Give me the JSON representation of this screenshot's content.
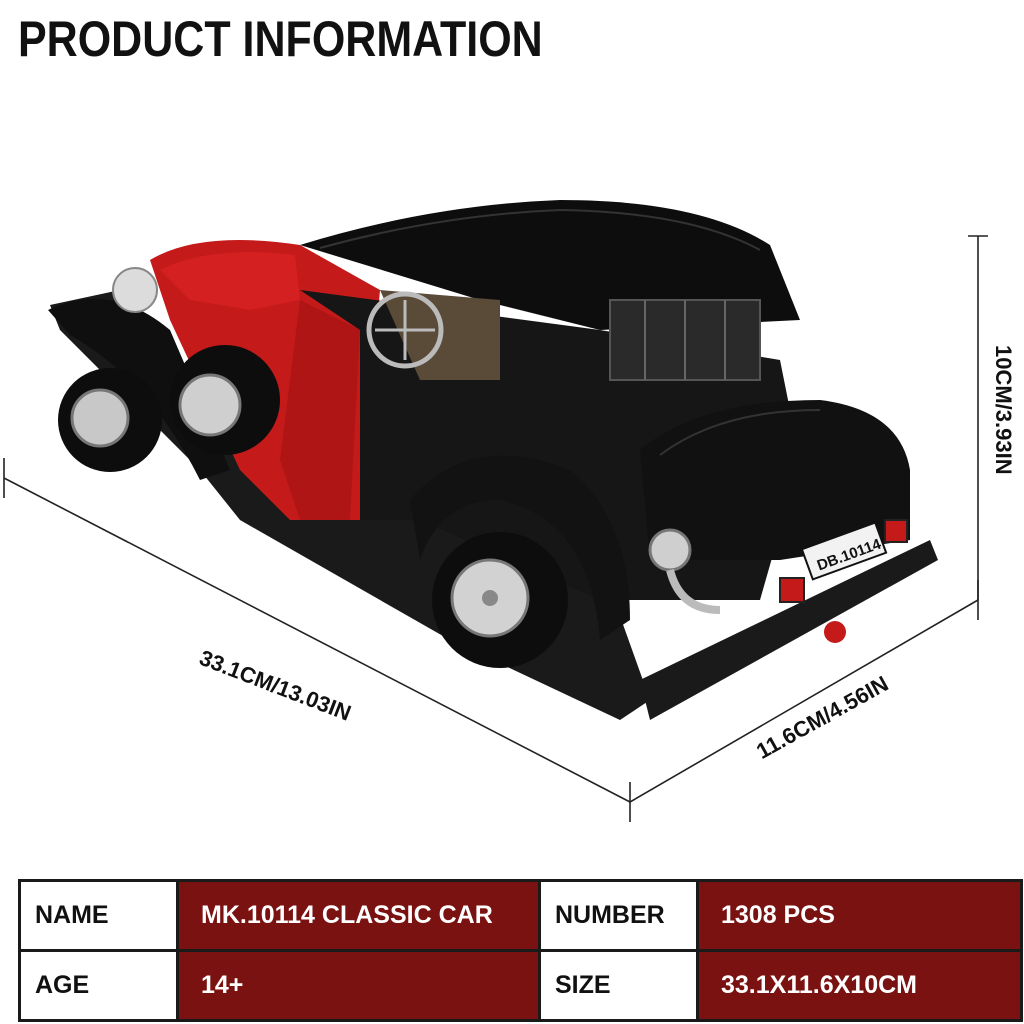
{
  "header": {
    "title": "PRODUCT INFORMATION"
  },
  "dimensions": {
    "length": "33.1CM/13.03IN",
    "width": "11.6CM/4.56IN",
    "height": "10CM/3.93IN"
  },
  "product_image": {
    "plate_text": "DB.10114",
    "colors": {
      "body": "#141414",
      "accent": "#c41a1a",
      "chrome": "#cfcfcf"
    }
  },
  "specs": {
    "rows": [
      {
        "key1": "NAME",
        "val1": "MK.10114 CLASSIC CAR",
        "key2": "NUMBER",
        "val2": "1308 PCS"
      },
      {
        "key1": "AGE",
        "val1": "14+",
        "key2": "SIZE",
        "val2": "33.1X11.6X10CM"
      }
    ]
  },
  "colors": {
    "value_cell": "#7a1212",
    "border": "#1a1a1a"
  }
}
